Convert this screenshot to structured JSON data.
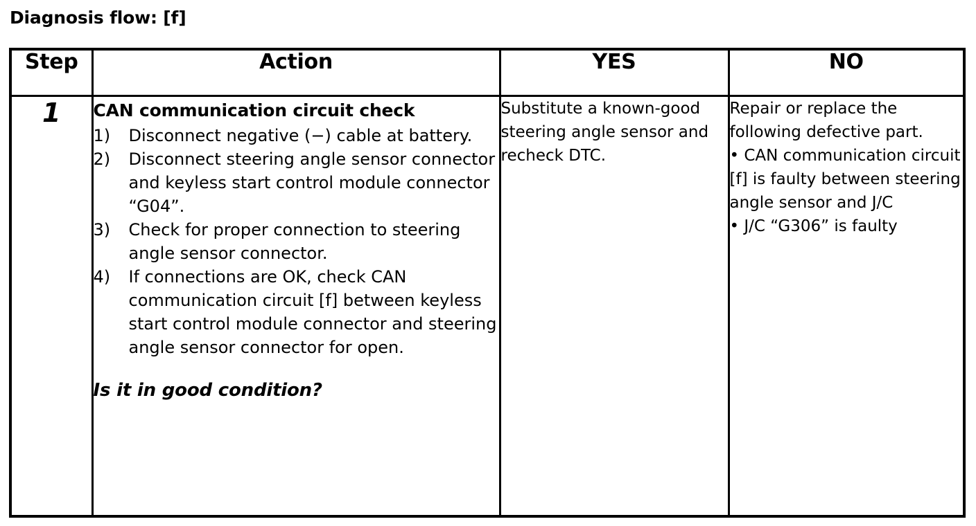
{
  "title": "Diagnosis flow: [f]",
  "table": {
    "headers": {
      "step": "Step",
      "action": "Action",
      "yes": "YES",
      "no": "NO"
    },
    "rows": [
      {
        "step": "1",
        "action": {
          "heading": "CAN communication circuit check",
          "items": [
            {
              "marker": "1)",
              "text": "Disconnect negative (−) cable at battery."
            },
            {
              "marker": "2)",
              "text": "Disconnect steering angle sensor connector and keyless start control module connector “G04”."
            },
            {
              "marker": "3)",
              "text": "Check for proper connection to steering angle sensor connector."
            },
            {
              "marker": "4)",
              "text": "If connections are OK, check CAN communication circuit [f] between keyless start control module connector and steering angle sensor connector for open."
            }
          ],
          "question": "Is it in good condition?"
        },
        "yes": {
          "text": "Substitute a known-good steering angle sensor and recheck DTC."
        },
        "no": {
          "intro": "Repair or replace the following defective part.",
          "bullets": [
            "• CAN communication circuit [f] is faulty between steering angle sensor and J/C",
            "• J/C “G306” is faulty"
          ]
        }
      }
    ]
  }
}
